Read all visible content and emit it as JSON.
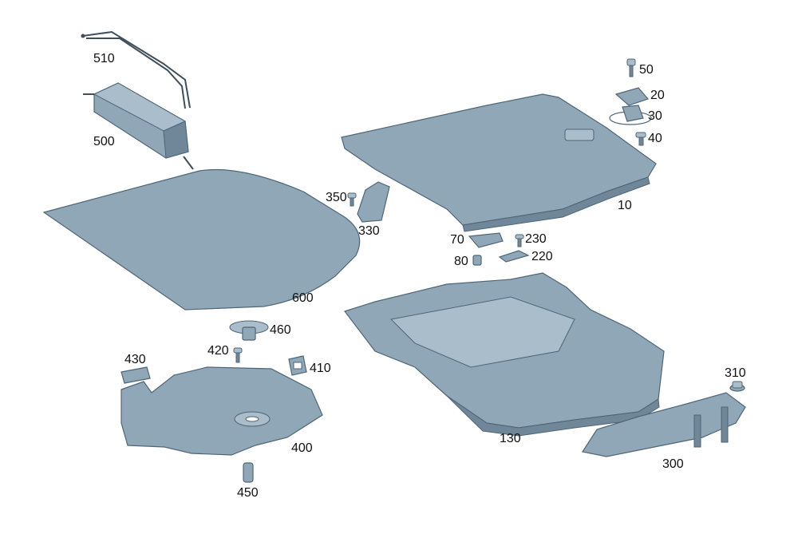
{
  "callouts": {
    "p10": "10",
    "p20": "20",
    "p30": "30",
    "p40": "40",
    "p50": "50",
    "p70": "70",
    "p80": "80",
    "p130": "130",
    "p220": "220",
    "p230": "230",
    "p300": "300",
    "p310": "310",
    "p330": "330",
    "p350": "350",
    "p400": "400",
    "p410": "410",
    "p420": "420",
    "p430": "430",
    "p450": "450",
    "p460": "460",
    "p500": "500",
    "p510": "510",
    "p600": "600"
  },
  "colors": {
    "part_fill": "#8fa7b6",
    "part_outline": "#4f6677",
    "label_text": "#111111",
    "background": "#ffffff"
  }
}
